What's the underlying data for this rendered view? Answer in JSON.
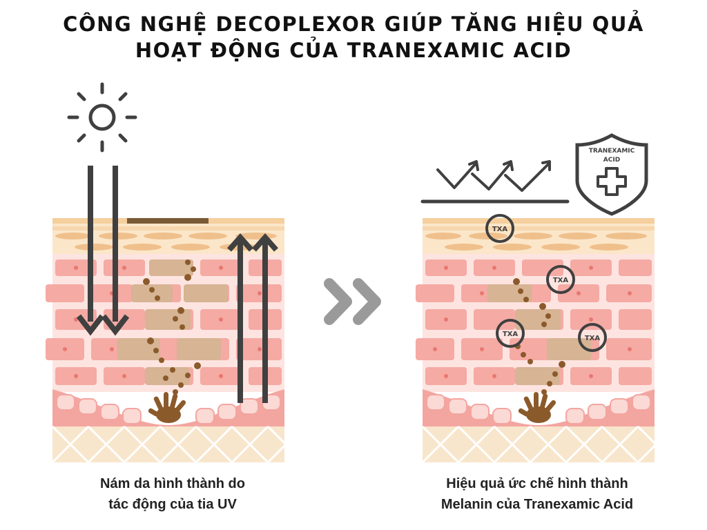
{
  "title": {
    "line1": "CÔNG NGHỆ DECOPLEXOR GIÚP TĂNG HIỆU QUẢ",
    "line2": "HOẠT ĐỘNG CỦA TRANEXAMIC ACID"
  },
  "left_panel": {
    "caption_line1": "Nám da hình thành do",
    "caption_line2": "tác động của tia UV",
    "icons": [
      "sun-icon",
      "uv-down-arrows",
      "uv-up-arrows",
      "melanocyte-hand"
    ]
  },
  "right_panel": {
    "caption_line1": "Hiệu quả ức chế hình thành",
    "caption_line2": "Melanin của Tranexamic Acid",
    "shield_text_1": "TRANEXAMIC",
    "shield_text_2": "ACID",
    "txa_label": "TXA",
    "icons": [
      "shield-plus-icon",
      "check-marks-icon",
      "txa-molecule",
      "melanocyte-hand"
    ]
  },
  "colors": {
    "skin_top": "#f6d8b6",
    "skin_cell": "#f3a9a3",
    "skin_bg": "#fbe3df",
    "melanin": "#8b5a2b",
    "dermis": "#f8e6cc",
    "arrow": "#404040",
    "chevron": "#9a9a9a"
  }
}
